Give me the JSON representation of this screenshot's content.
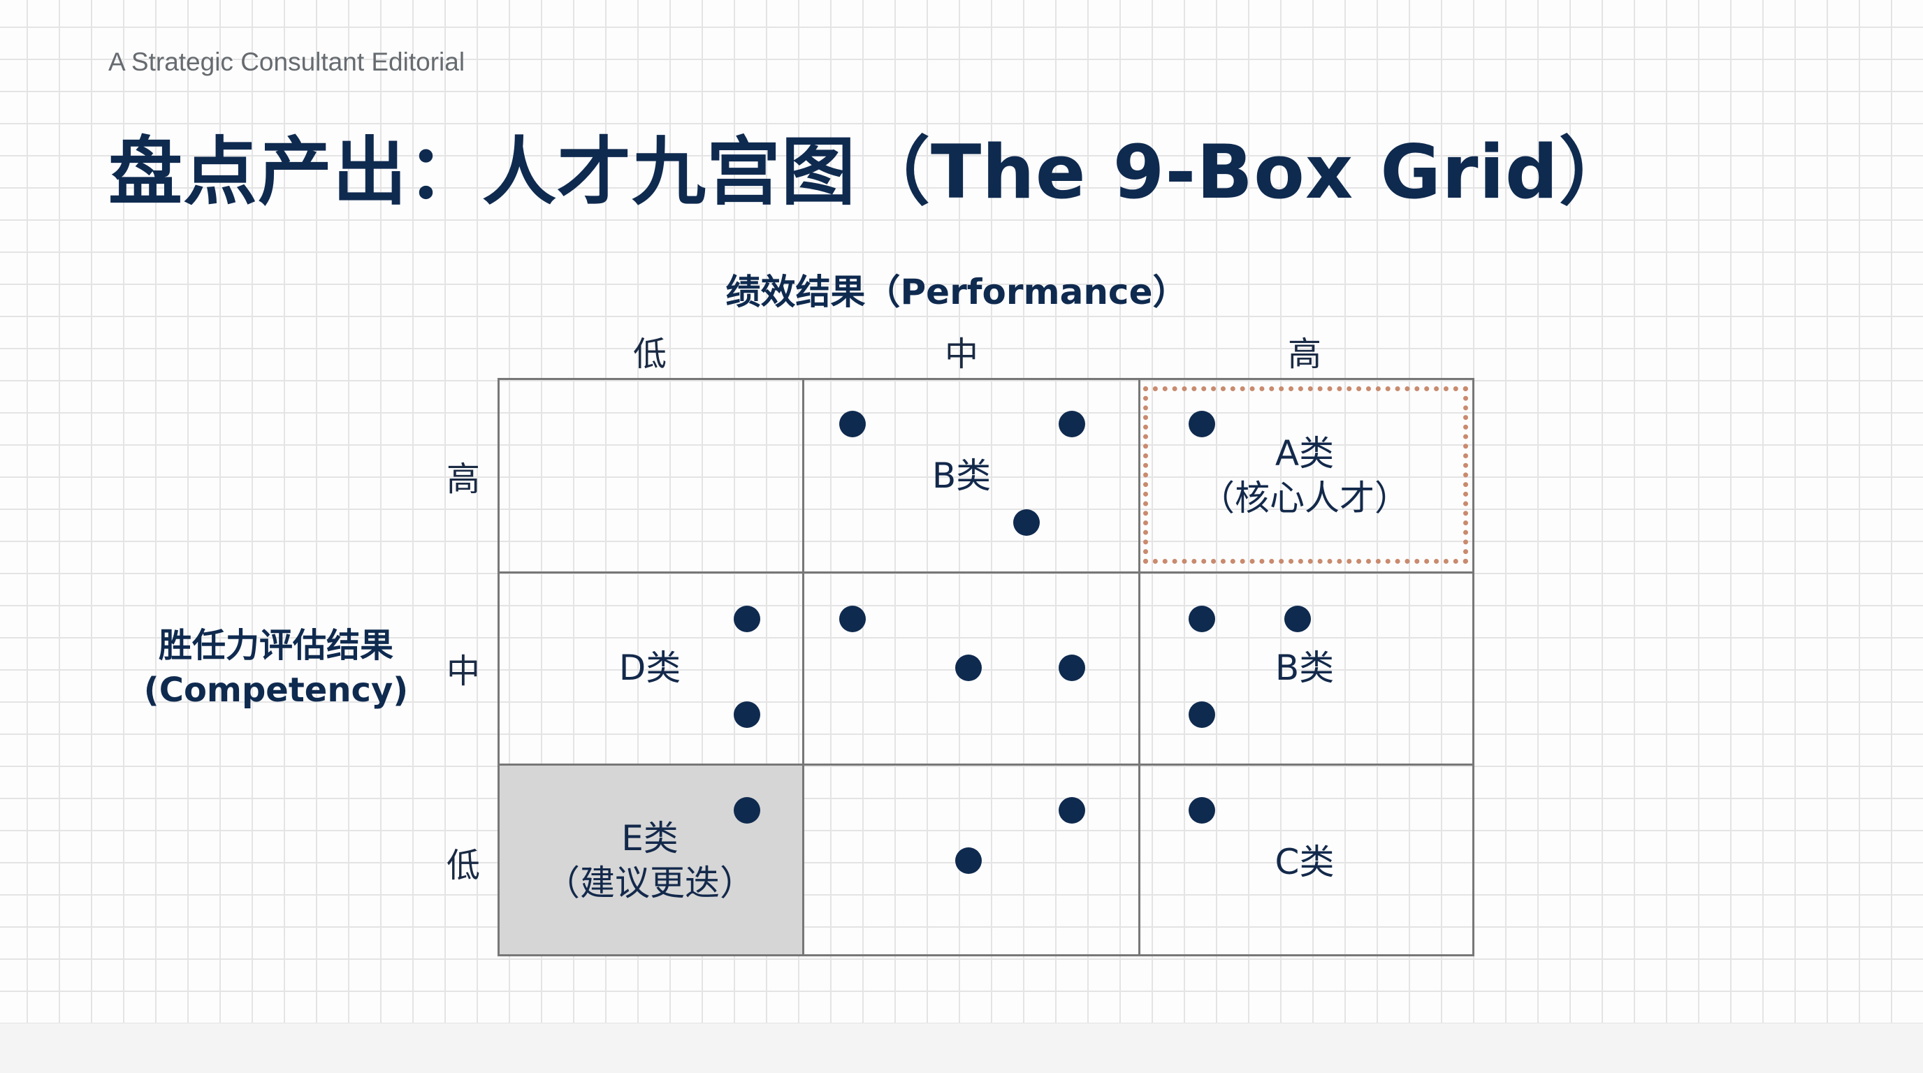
{
  "kicker": "A Strategic Consultant Editorial",
  "title": "盘点产出：人才九宫图（The 9-Box Grid）",
  "x_axis": {
    "title": "绩效结果（Performance）",
    "levels": [
      "低",
      "中",
      "高"
    ]
  },
  "y_axis": {
    "title_line1": "胜任力评估结果",
    "title_line2": "(Competency)",
    "levels": [
      "高",
      "中",
      "低"
    ]
  },
  "cells": {
    "high_mid": {
      "label": "B类",
      "count": 3
    },
    "high_high": {
      "label": "A类",
      "sublabel": "（核心人才）",
      "count": 1
    },
    "mid_low": {
      "label": "D类",
      "count": 2
    },
    "mid_mid": {
      "count": 3
    },
    "mid_high": {
      "label": "B类",
      "count": 3
    },
    "low_low": {
      "label": "E类",
      "sublabel": "（建议更迭）",
      "count": 1
    },
    "low_mid": {
      "count": 2
    },
    "low_high": {
      "label": "C类",
      "count": 1
    }
  },
  "colors": {
    "navy": "#0f2a4f",
    "highlight_border": "#c98a6e",
    "e_fill": "#d6d6d6"
  }
}
